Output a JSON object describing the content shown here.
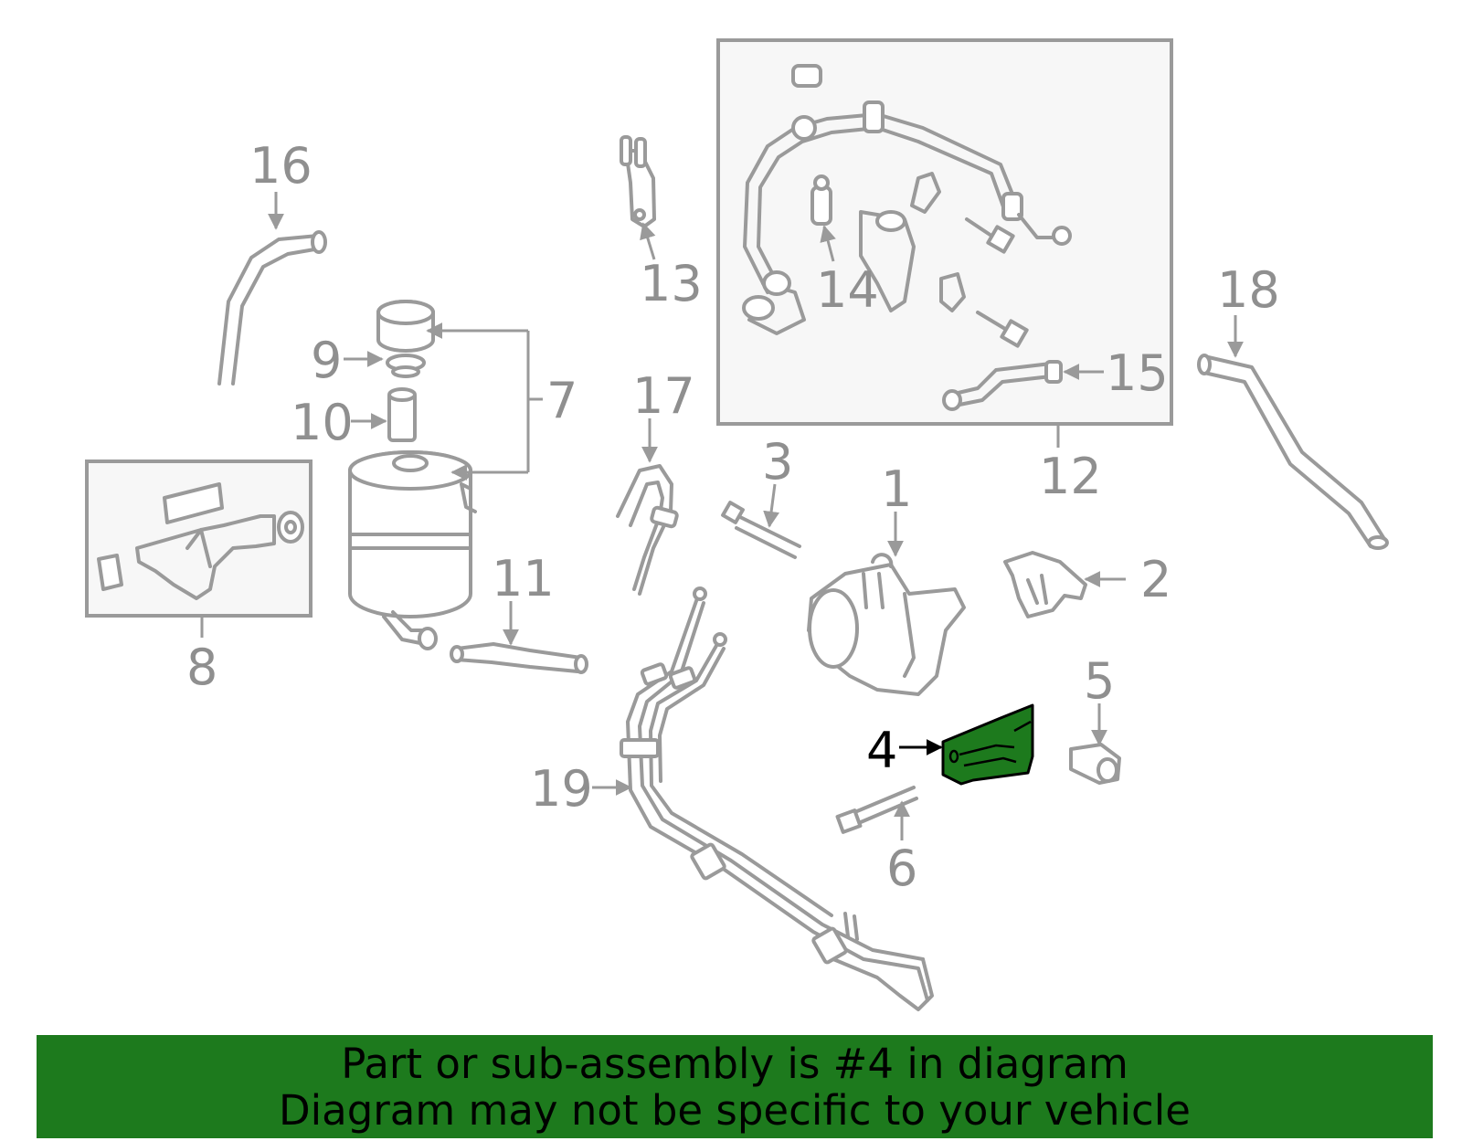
{
  "callouts": {
    "c1": "1",
    "c2": "2",
    "c3": "3",
    "c4": "4",
    "c5": "5",
    "c6": "6",
    "c7": "7",
    "c8": "8",
    "c9": "9",
    "c10": "10",
    "c11": "11",
    "c12": "12",
    "c13": "13",
    "c14": "14",
    "c15": "15",
    "c16": "16",
    "c17": "17",
    "c18": "18",
    "c19": "19"
  },
  "highlight": {
    "part": "4",
    "color": "#1d7a1d"
  },
  "banner": {
    "line1": "Part or sub-assembly is #4 in diagram",
    "line2": "Diagram may not be specific to your vehicle",
    "background": "#1d7a1d"
  }
}
